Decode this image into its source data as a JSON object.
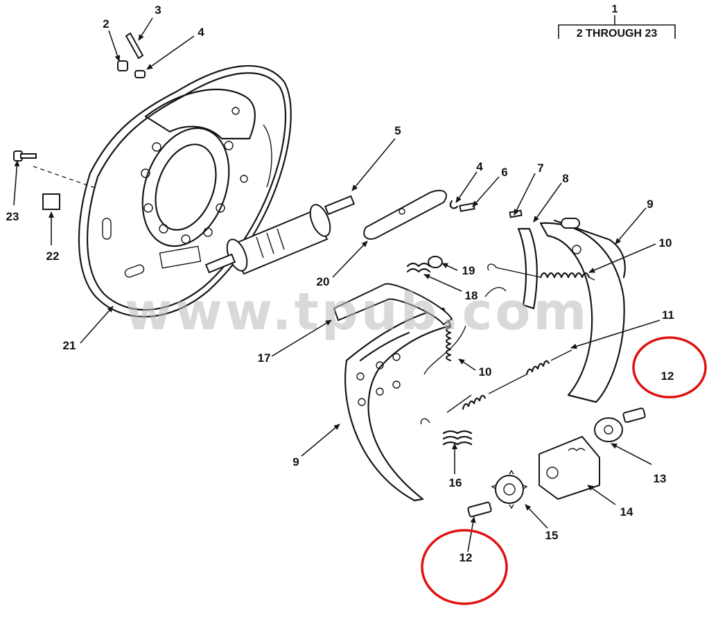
{
  "header": {
    "number": "1",
    "range": "2 THROUGH 23"
  },
  "watermark": "www.tpub.com",
  "callouts": [
    "2",
    "3",
    "4",
    "5",
    "4",
    "6",
    "7",
    "8",
    "9",
    "10",
    "11",
    "12",
    "13",
    "14",
    "15",
    "12",
    "16",
    "9",
    "10",
    "17",
    "18",
    "19",
    "20",
    "21",
    "22",
    "23"
  ],
  "highlight_color": "#e01010"
}
